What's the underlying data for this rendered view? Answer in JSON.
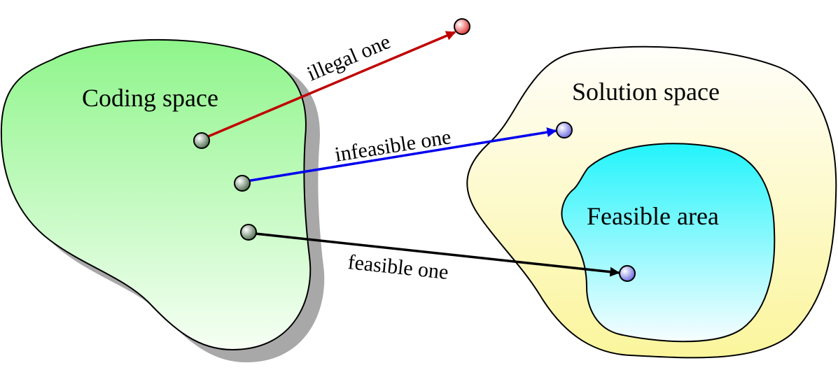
{
  "regions": {
    "coding_space": "Coding space",
    "solution_space": "Solution space",
    "feasible_area": "Feasible area"
  },
  "mappings": {
    "illegal": "illegal one",
    "infeasible": "infeasible one",
    "feasible": "feasible one"
  },
  "colors": {
    "coding_fill_top": "#8ef58a",
    "coding_fill_bottom": "#f6fff4",
    "solution_fill_top": "#fffefa",
    "solution_fill_bottom": "#fbf59c",
    "feasible_fill_top": "#22f4fb",
    "feasible_fill_bottom": "#f7fdff",
    "shadow": "#a8a8a8",
    "illegal_arrow": "#c00000",
    "infeasible_arrow": "#0000ee",
    "feasible_arrow": "#000000",
    "source_point": "#4d6b4d",
    "illegal_point": "#e23030",
    "target_point": "#6a6adf"
  }
}
